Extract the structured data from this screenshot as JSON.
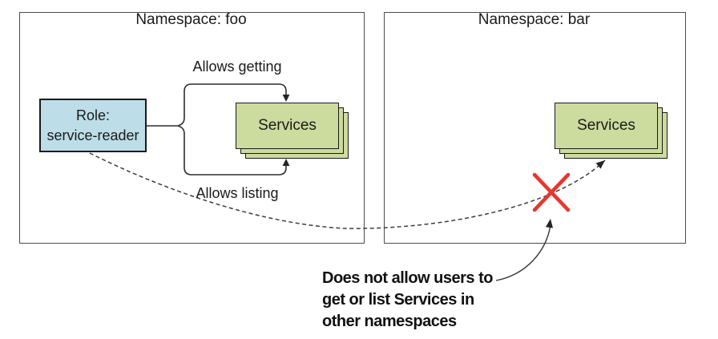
{
  "panels": {
    "foo": {
      "title": "Namespace: foo"
    },
    "bar": {
      "title": "Namespace: bar"
    }
  },
  "role_box": {
    "line1": "Role:",
    "line2": "service-reader"
  },
  "services": {
    "foo_label": "Services",
    "bar_label": "Services"
  },
  "edge_labels": {
    "getting": "Allows getting",
    "listing": "Allows listing"
  },
  "annotation": {
    "lines": [
      "Does not allow users to",
      "get or list Services in",
      "other namespaces"
    ]
  },
  "colors": {
    "role_fill": "#bddee8",
    "services_fill": "#ccdb9e",
    "cross_red": "#e8362e",
    "box_border": "#1a1a1a",
    "line_dark": "#2e2e2e"
  }
}
